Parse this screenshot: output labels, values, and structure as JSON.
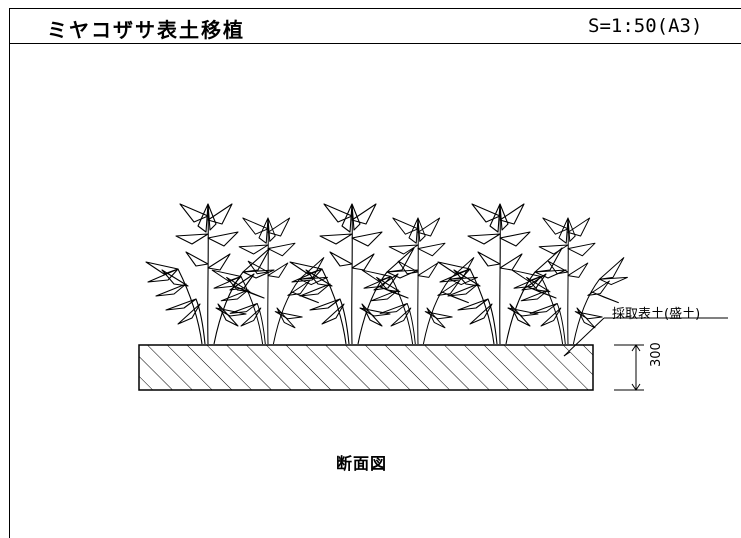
{
  "title": "ミヤコザサ表土移植",
  "scale": "S=1:50(A3)",
  "caption": "断面図",
  "callout_label": "採取表土(盛土)",
  "dimension_label": "300"
}
